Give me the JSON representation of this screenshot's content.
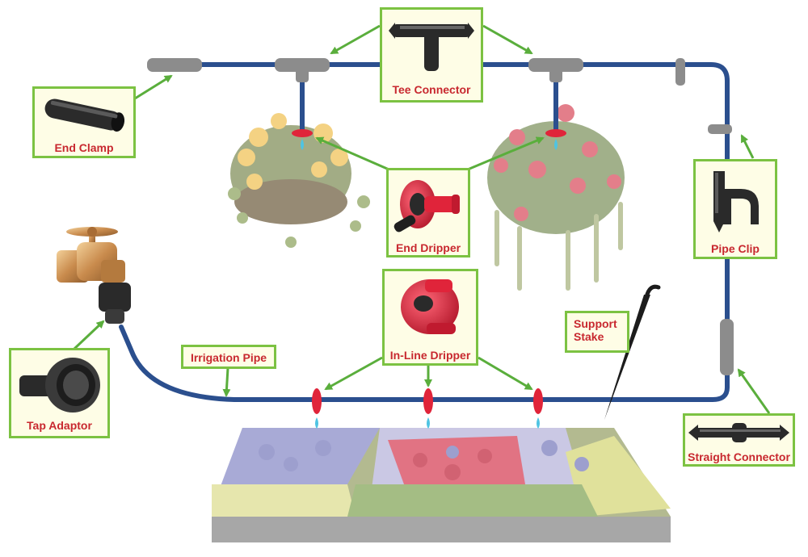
{
  "labels": {
    "tee_connector": "Tee Connector",
    "end_clamp": "End Clamp",
    "end_dripper": "End Dripper",
    "pipe_clip": "Pipe Clip",
    "in_line_dripper": "In-Line Dripper",
    "support_stake": "Support Stake",
    "irrigation_pipe": "Irrigation Pipe",
    "tap_adaptor": "Tap Adaptor",
    "straight_connector": "Straight Connector"
  },
  "colors": {
    "pipe": "#2b4f8e",
    "label_border": "#7cc242",
    "label_bg": "#fefde6",
    "label_text": "#c8282f",
    "arrow": "#5aae3c",
    "dripper_red": "#e0243a",
    "fitting_gray": "#8c8c8c",
    "water_drop": "#4fc4e3"
  },
  "icons": [
    "tee-connector-icon",
    "end-clamp-icon",
    "end-dripper-icon",
    "pipe-clip-icon",
    "in-line-dripper-icon",
    "tap-adaptor-icon",
    "straight-connector-icon",
    "support-stake-icon",
    "tap-faucet-icon",
    "hanging-basket-icon",
    "flower-bed-icon"
  ]
}
